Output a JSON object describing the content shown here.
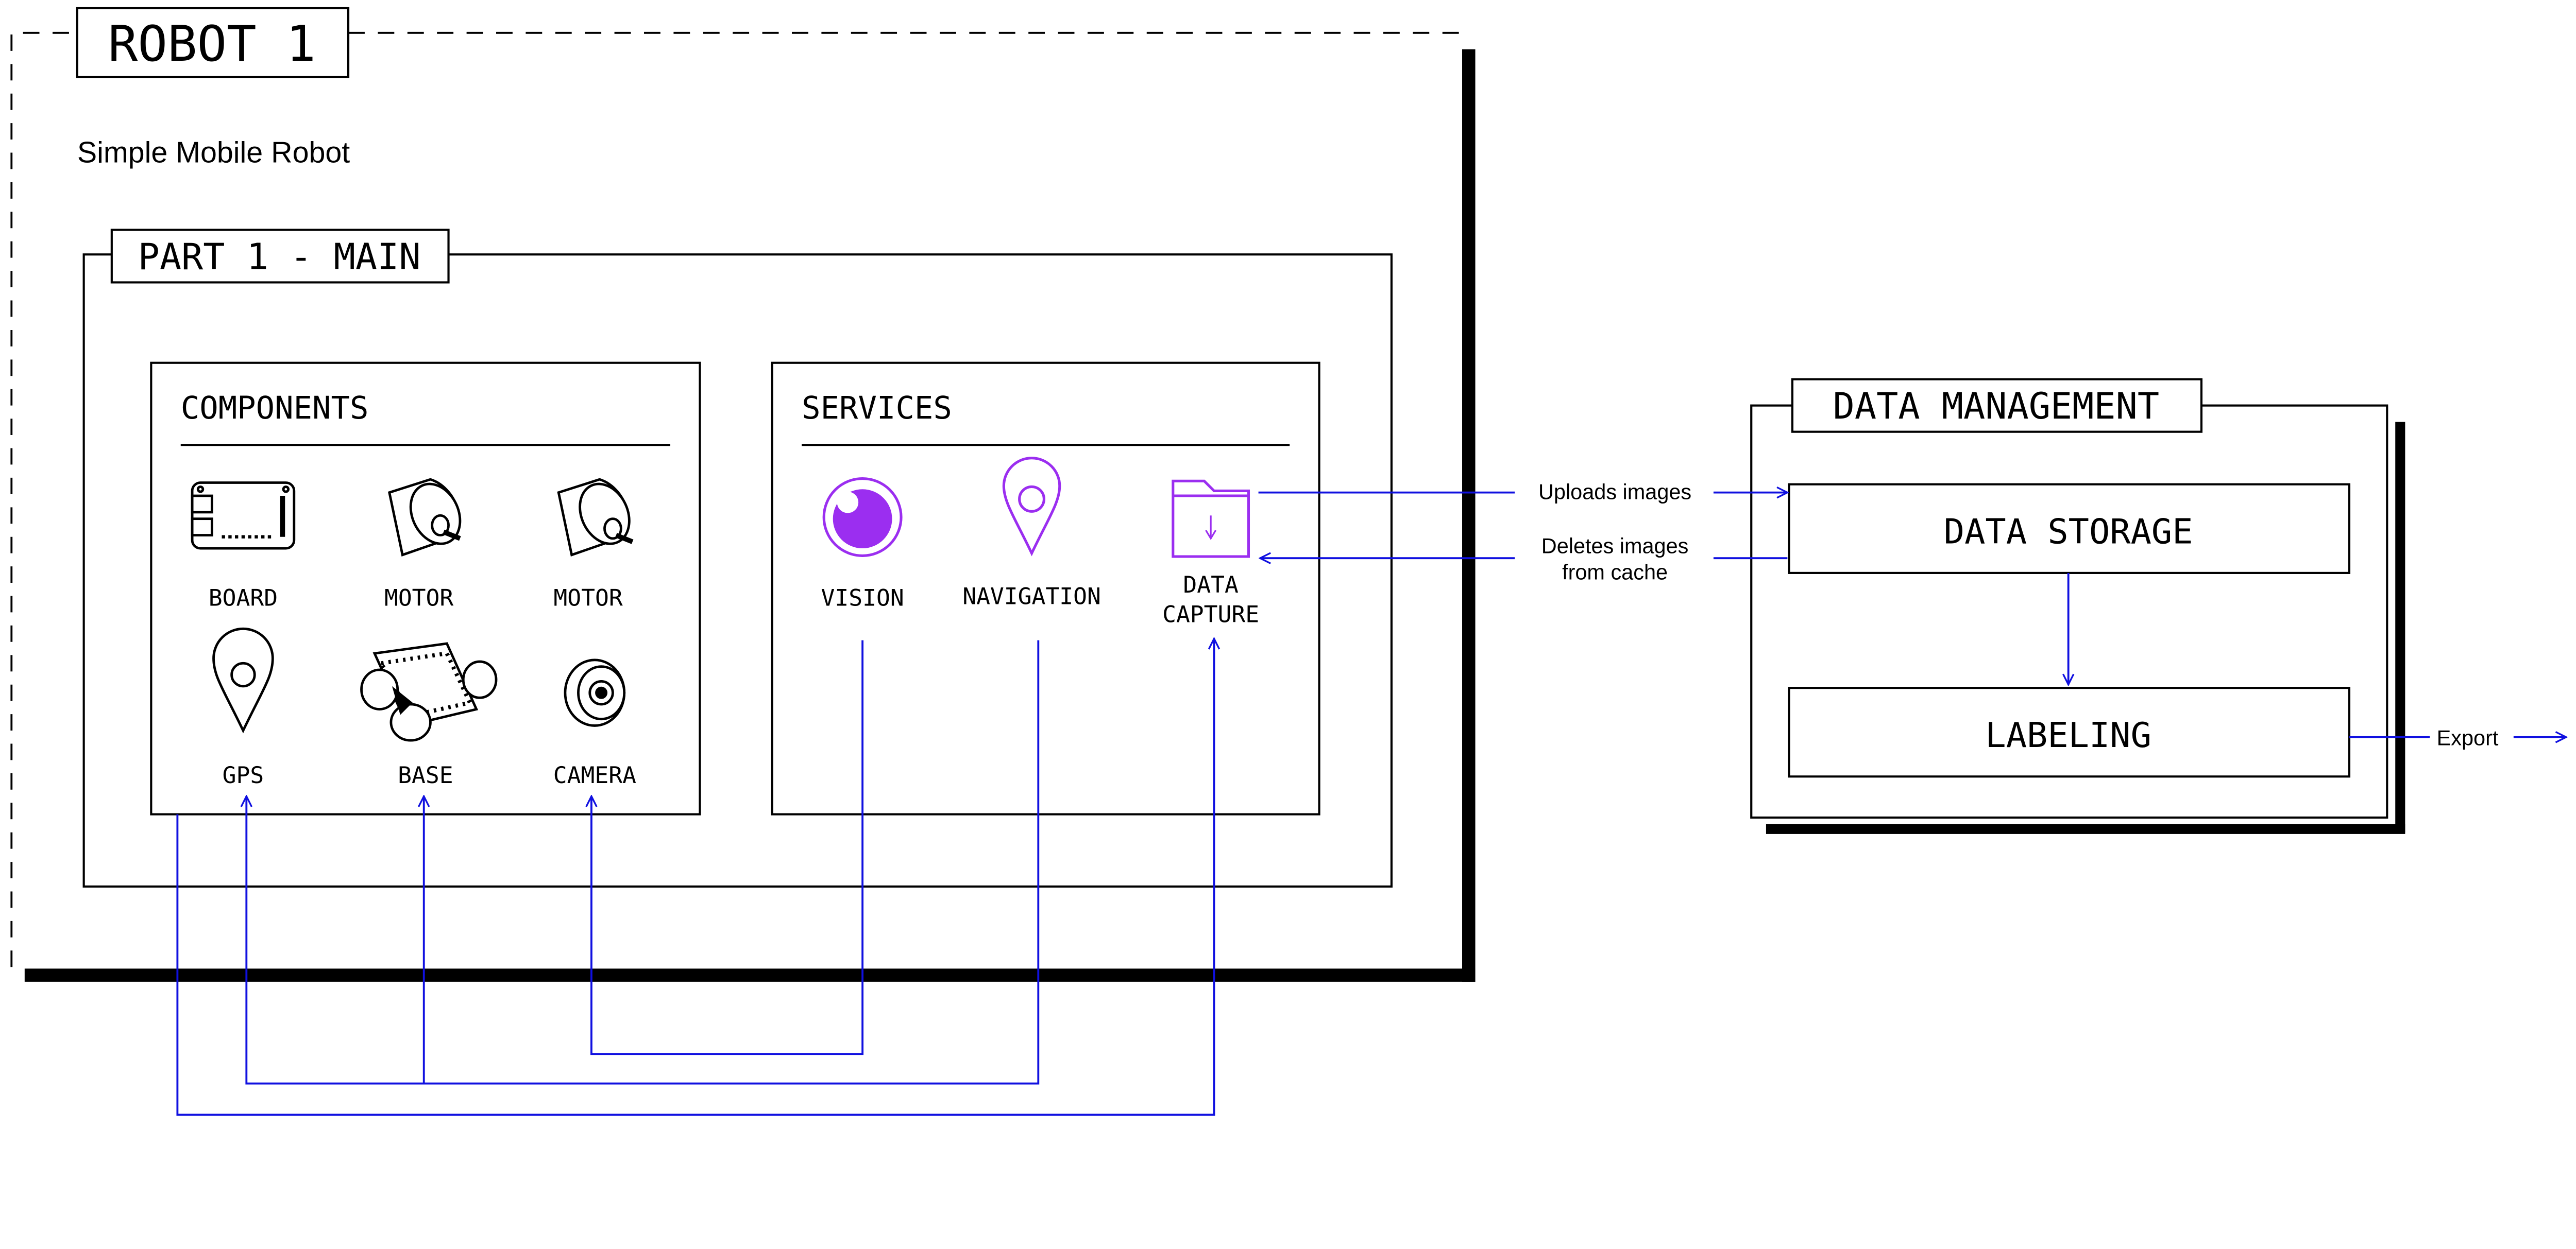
{
  "colors": {
    "line": "#000000",
    "connector": "#1010e0",
    "service_icon": "#9b2ef0"
  },
  "robot": {
    "title": "ROBOT 1",
    "subtitle": "Simple Mobile Robot",
    "part": {
      "title": "PART 1 - MAIN",
      "components": {
        "title": "COMPONENTS",
        "items": [
          {
            "label": "BOARD",
            "icon": "board-icon"
          },
          {
            "label": "MOTOR",
            "icon": "motor-icon"
          },
          {
            "label": "MOTOR",
            "icon": "motor-icon"
          },
          {
            "label": "GPS",
            "icon": "gps-pin-icon"
          },
          {
            "label": "BASE",
            "icon": "base-icon"
          },
          {
            "label": "CAMERA",
            "icon": "camera-icon"
          }
        ]
      },
      "services": {
        "title": "SERVICES",
        "items": [
          {
            "label": "VISION",
            "icon": "eye-icon"
          },
          {
            "label": "NAVIGATION",
            "icon": "map-pin-icon"
          },
          {
            "label_line1": "DATA",
            "label_line2": "CAPTURE",
            "icon": "folder-download-icon"
          }
        ]
      }
    }
  },
  "data_management": {
    "title": "DATA MANAGEMENT",
    "storage": "DATA STORAGE",
    "labeling": "LABELING"
  },
  "connections": {
    "uploads": "Uploads images",
    "deletes_line1": "Deletes images",
    "deletes_line2": "from cache",
    "export": "Export"
  }
}
